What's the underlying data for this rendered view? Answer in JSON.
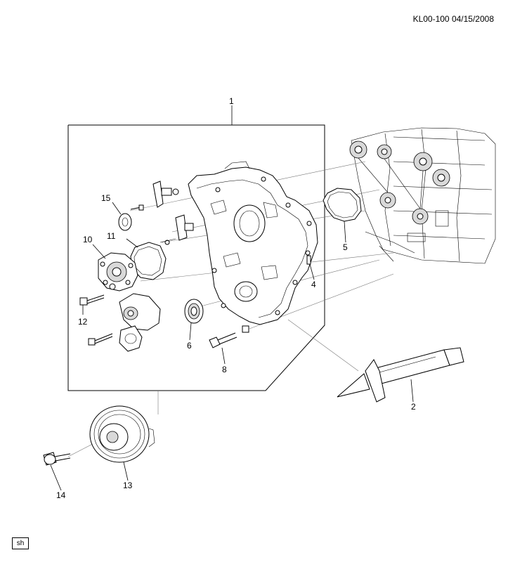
{
  "header": {
    "doc_id": "KL00-100  04/15/2008"
  },
  "callouts": [
    {
      "id": "1",
      "label": "1"
    },
    {
      "id": "2",
      "label": "2"
    },
    {
      "id": "4",
      "label": "4"
    },
    {
      "id": "5",
      "label": "5"
    },
    {
      "id": "6",
      "label": "6"
    },
    {
      "id": "8",
      "label": "8"
    },
    {
      "id": "10",
      "label": "10"
    },
    {
      "id": "11",
      "label": "11"
    },
    {
      "id": "12",
      "label": "12"
    },
    {
      "id": "13",
      "label": "13"
    },
    {
      "id": "14",
      "label": "14"
    },
    {
      "id": "15",
      "label": "15"
    }
  ],
  "footer": {
    "tag": "sh"
  }
}
